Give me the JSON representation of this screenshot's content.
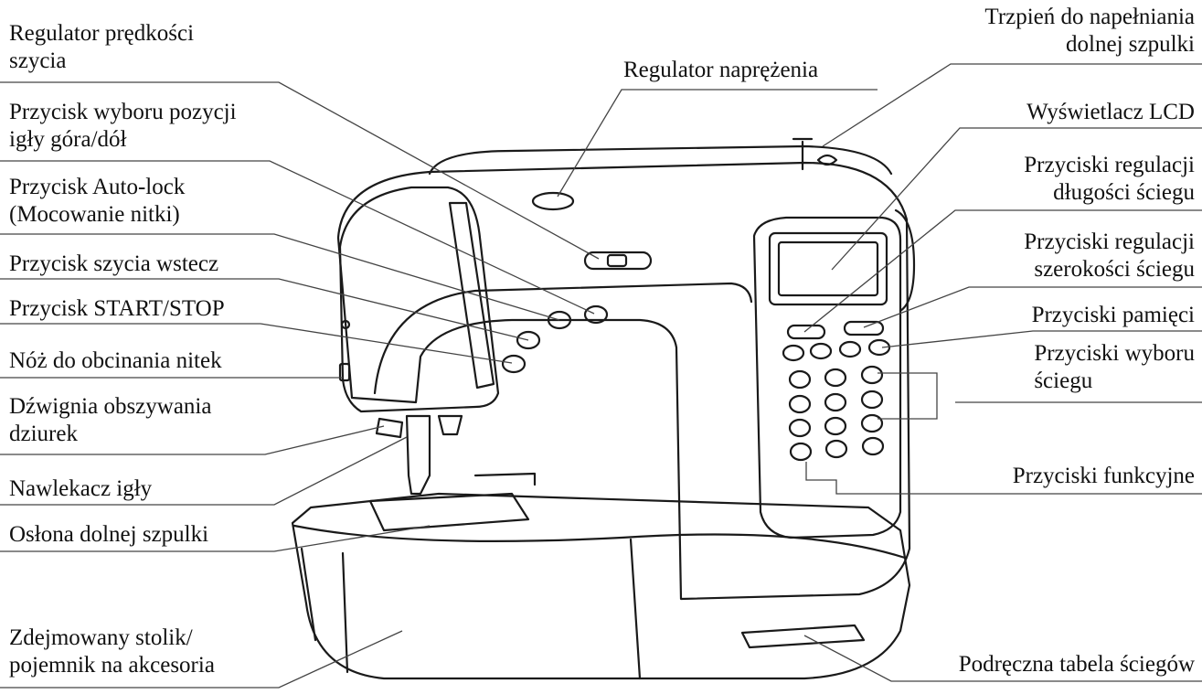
{
  "labels_left": [
    {
      "id": "speed",
      "lines": [
        "Regulator prędkości",
        "szycia"
      ]
    },
    {
      "id": "needle-pos",
      "lines": [
        "Przycisk wyboru pozycji",
        "igły góra/dół"
      ]
    },
    {
      "id": "autolock",
      "lines": [
        "Przycisk Auto-lock",
        "(Mocowanie nitki)"
      ]
    },
    {
      "id": "reverse",
      "lines": [
        "Przycisk szycia wstecz"
      ]
    },
    {
      "id": "startstop",
      "lines": [
        "Przycisk START/STOP"
      ]
    },
    {
      "id": "cutter",
      "lines": [
        "Nóż do obcinania nitek"
      ]
    },
    {
      "id": "buttonhole",
      "lines": [
        "Dźwignia obszywania",
        "dziurek"
      ]
    },
    {
      "id": "threader",
      "lines": [
        "Nawlekacz igły"
      ]
    },
    {
      "id": "bobbin-cover",
      "lines": [
        "Osłona dolnej szpulki"
      ]
    },
    {
      "id": "table",
      "lines": [
        "Zdejmowany stolik/",
        "pojemnik na akcesoria"
      ]
    }
  ],
  "labels_right": [
    {
      "id": "bobbin-winder",
      "lines": [
        "Trzpień do napełniania",
        "dolnej szpulki"
      ]
    },
    {
      "id": "tension",
      "lines": [
        "Regulator naprężenia"
      ]
    },
    {
      "id": "lcd",
      "lines": [
        "Wyświetlacz LCD"
      ]
    },
    {
      "id": "length",
      "lines": [
        "Przyciski regulacji",
        "długości ściegu"
      ]
    },
    {
      "id": "width",
      "lines": [
        "Przyciski regulacji",
        "szerokości ściegu"
      ]
    },
    {
      "id": "memory",
      "lines": [
        "Przyciski pamięci"
      ]
    },
    {
      "id": "stitch-select",
      "lines": [
        "Przyciski wyboru",
        "ściegu"
      ]
    },
    {
      "id": "function",
      "lines": [
        "Przyciski funkcyjne"
      ]
    },
    {
      "id": "stitch-chart",
      "lines": [
        "Podręczna tabela ściegów"
      ]
    }
  ]
}
